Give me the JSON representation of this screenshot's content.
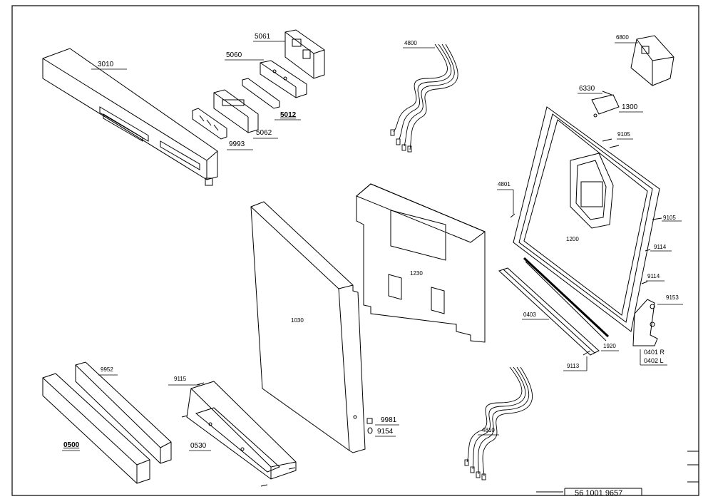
{
  "parts": {
    "p3010": "3010",
    "p5061": "5061",
    "p5060": "5060",
    "p5012": "5012",
    "p5062": "5062",
    "p9993": "9993",
    "p4800": "4800",
    "p6800": "6800",
    "p6330": "6330",
    "p1300": "1300",
    "p9105a": "9105",
    "p9105b": "9105",
    "p4801": "4801",
    "p1200": "1200",
    "p1230": "1230",
    "p9114a": "9114",
    "p9114b": "9114",
    "p9153": "9153",
    "p0403": "0403",
    "p1920": "1920",
    "p9113": "9113",
    "p0401": "0401 R",
    "p0402": "0402 L",
    "p1030": "1030",
    "p9952": "9952",
    "p9115": "9115",
    "p0500": "0500",
    "p0530": "0530",
    "p9981": "9981",
    "p9154": "9154",
    "p4810": "4810"
  },
  "titleblock": {
    "doc_number": "56 1001 9657"
  }
}
